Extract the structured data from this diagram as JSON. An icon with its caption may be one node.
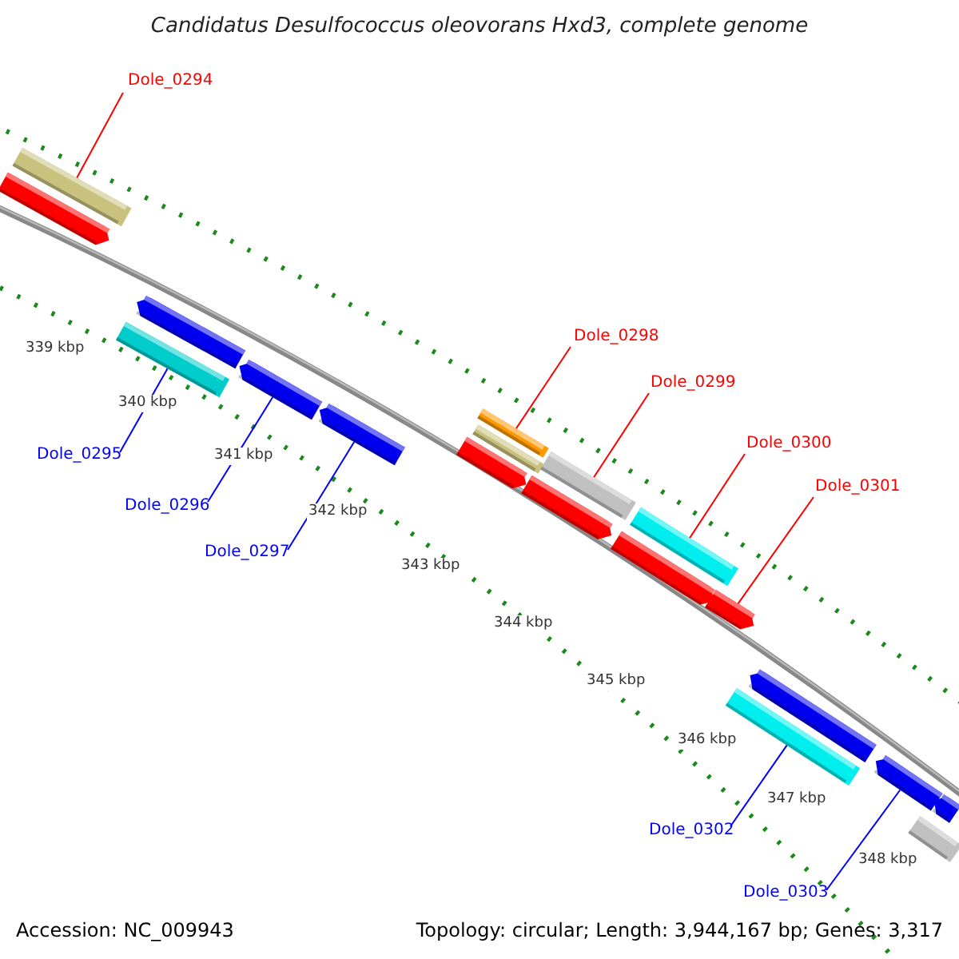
{
  "diagram": {
    "title": "Candidatus Desulfococcus oleovorans Hxd3, complete genome",
    "nodes": [
      {
        "text": [
          "Dole_0294"
        ]
      },
      {
        "text": [
          "Dole_0295"
        ]
      },
      {
        "text": [
          "Dole_0296"
        ]
      },
      {
        "text": [
          "Dole_0297"
        ]
      },
      {
        "text": [
          "Dole_0298"
        ]
      },
      {
        "text": [
          "Dole_0299"
        ]
      },
      {
        "text": [
          "Dole_0300"
        ]
      },
      {
        "text": [
          "Dole_0301"
        ]
      },
      {
        "text": [
          "Dole_0302"
        ]
      },
      {
        "text": [
          "Dole_0303"
        ]
      },
      {
        "text": [],
        "shape": "bar"
      },
      {
        "text": [],
        "shape": "bar"
      },
      {
        "text": [],
        "shape": "bar"
      },
      {
        "text": [],
        "shape": "bar"
      },
      {
        "text": [],
        "shape": "bar"
      },
      {
        "text": [],
        "shape": "bar"
      },
      {
        "text": [],
        "shape": "bar"
      },
      {
        "text": [],
        "shape": "bar"
      },
      {
        "text": [],
        "shape": "bar"
      },
      {
        "text": [],
        "shape": "bar"
      },
      {
        "text": [],
        "shape": "bar"
      },
      {
        "text": [],
        "shape": "bar"
      },
      {
        "text": [],
        "shape": "bar"
      },
      {
        "text": [],
        "shape": "bar"
      },
      {
        "text": [],
        "shape": "bar"
      },
      {
        "text": [],
        "shape": "bar"
      },
      {
        "text": [],
        "shape": "bar"
      },
      {
        "text": [],
        "shape": "bar"
      },
      {
        "text": [],
        "shape": "bar"
      }
    ],
    "edges": [
      {
        "from": 0,
        "to": 10,
        "arrow": "none"
      },
      {
        "from": 1,
        "to": 13,
        "arrow": "none",
        "color": "#0000ff"
      },
      {
        "from": 2,
        "to": 14,
        "arrow": "none",
        "color": "#0000ff"
      },
      {
        "from": 3,
        "to": 15,
        "arrow": "none",
        "color": "#0000ff"
      },
      {
        "from": 4,
        "to": 16,
        "arrow": "none"
      },
      {
        "from": 5,
        "to": 19,
        "arrow": "none"
      },
      {
        "from": 6,
        "to": 21,
        "arrow": "none"
      },
      {
        "from": 7,
        "to": 23,
        "arrow": "none"
      },
      {
        "from": 8,
        "to": 25,
        "arrow": "none",
        "color": "#0000ff"
      },
      {
        "from": 9,
        "to": 26,
        "arrow": "none",
        "color": "#0000ff"
      }
    ],
    "labels": [
      "339 kbp",
      "340 kbp",
      "341 kbp",
      "342 kbp",
      "343 kbp",
      "344 kbp",
      "345 kbp",
      "346 kbp",
      "347 kbp",
      "348 kbp",
      "Accession: NC_009943",
      "Topology: circular; Length: 3,944,167 bp; Genes: 3,317"
    ]
  }
}
